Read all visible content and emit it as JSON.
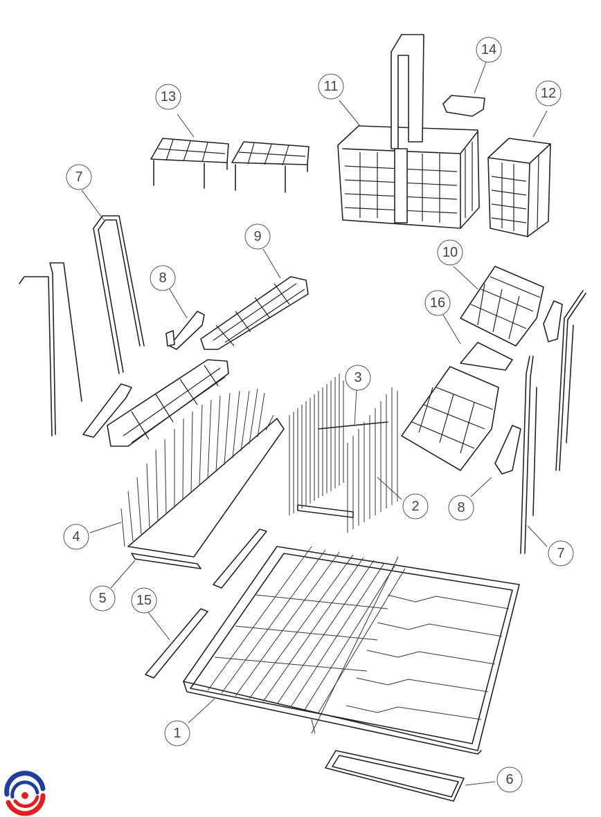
{
  "diagram": {
    "callouts": [
      {
        "label": "1"
      },
      {
        "label": "2"
      },
      {
        "label": "3"
      },
      {
        "label": "4"
      },
      {
        "label": "5"
      },
      {
        "label": "6"
      },
      {
        "label": "7"
      },
      {
        "label": "7"
      },
      {
        "label": "8"
      },
      {
        "label": "8"
      },
      {
        "label": "9"
      },
      {
        "label": "10"
      },
      {
        "label": "11"
      },
      {
        "label": "12"
      },
      {
        "label": "13"
      },
      {
        "label": "14"
      },
      {
        "label": "15"
      },
      {
        "label": "16"
      }
    ],
    "logo": {
      "icon": "brand-swirl-logo-icon",
      "colors": [
        "#1f3f9a",
        "#e02020"
      ]
    },
    "line_color": "#222222"
  }
}
